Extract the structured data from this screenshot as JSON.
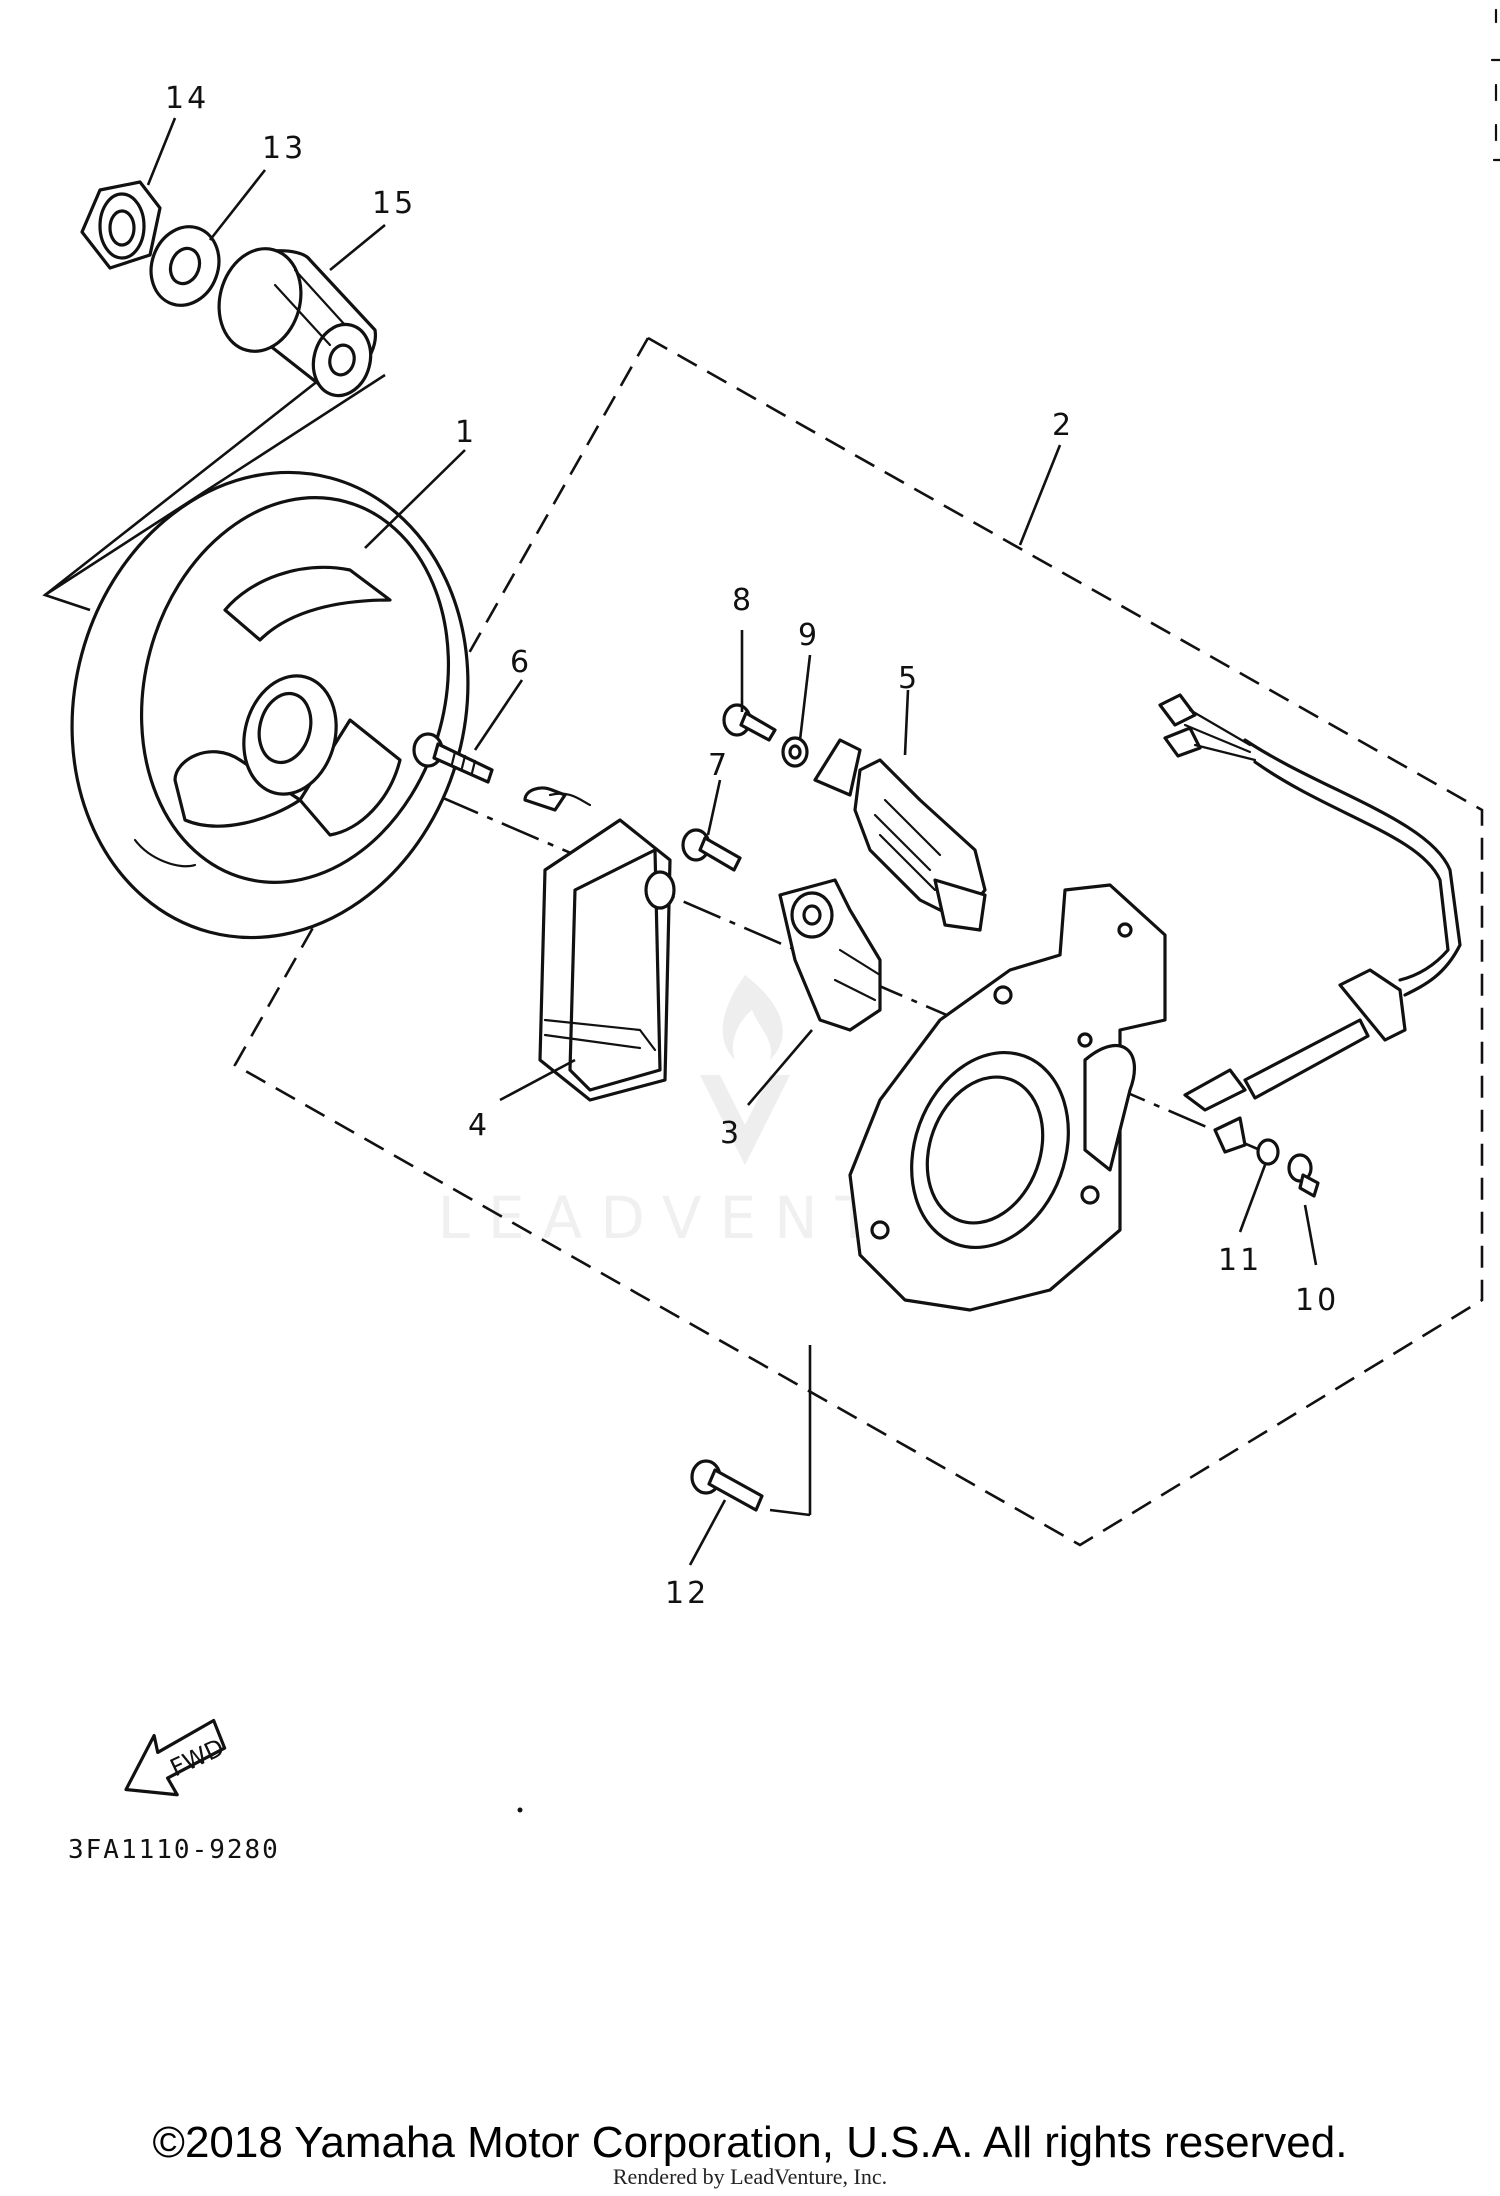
{
  "callouts": [
    {
      "id": "1",
      "text": "1"
    },
    {
      "id": "2",
      "text": "2"
    },
    {
      "id": "3",
      "text": "3"
    },
    {
      "id": "4",
      "text": "4"
    },
    {
      "id": "5",
      "text": "5"
    },
    {
      "id": "6",
      "text": "6"
    },
    {
      "id": "7",
      "text": "7"
    },
    {
      "id": "8",
      "text": "8"
    },
    {
      "id": "9",
      "text": "9"
    },
    {
      "id": "10",
      "text": "10"
    },
    {
      "id": "11",
      "text": "11"
    },
    {
      "id": "12",
      "text": "12"
    },
    {
      "id": "13",
      "text": "13"
    },
    {
      "id": "14",
      "text": "14"
    },
    {
      "id": "15",
      "text": "15"
    }
  ],
  "fwd_label": "FWD",
  "diagram_code": "3FA1110-9280",
  "watermark_text": "LEADVENTURE",
  "copyright": "©2018 Yamaha Motor Corporation, U.S.A. All rights reserved.",
  "rendered_by": "Rendered by LeadVenture, Inc."
}
